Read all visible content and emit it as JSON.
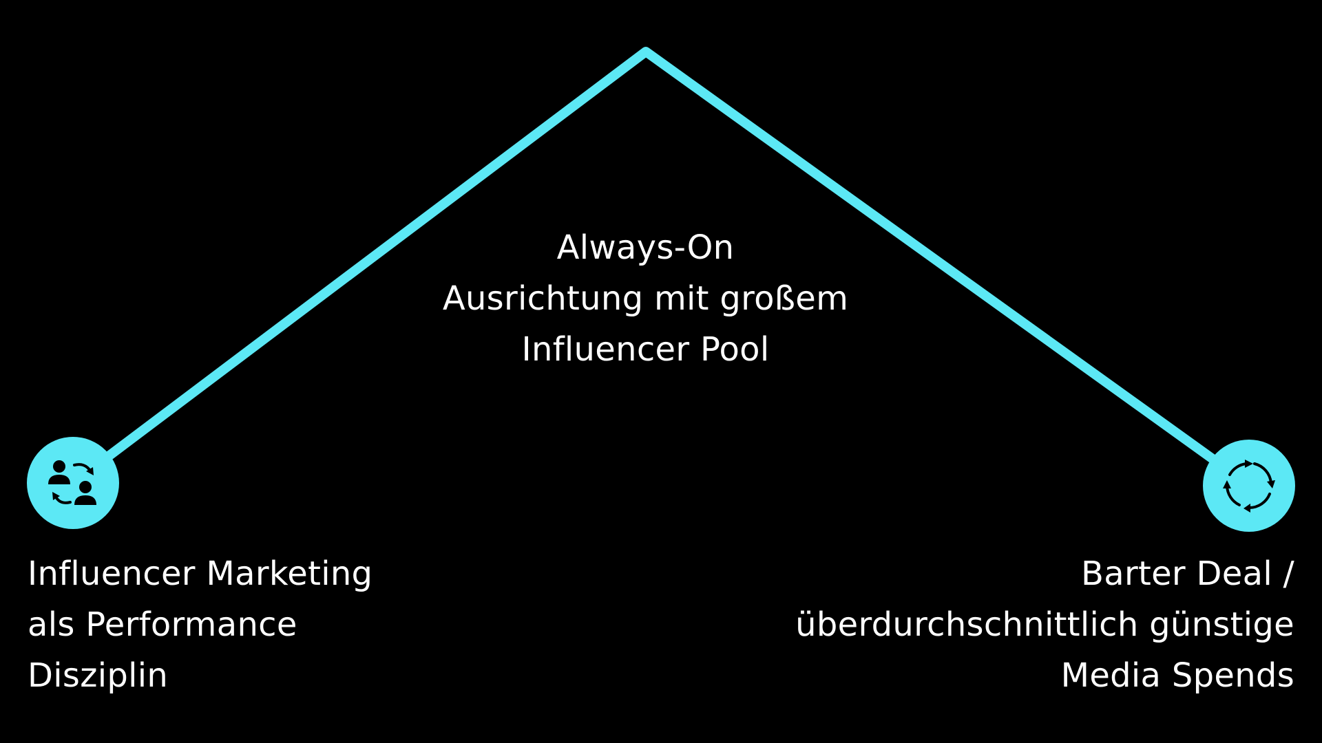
{
  "colors": {
    "background": "#000000",
    "accent": "#5CE8F5",
    "text": "#FFFFFF",
    "icon": "#000000"
  },
  "peak": {
    "lines": [
      "Always-On",
      "Ausrichtung mit großem",
      "Influencer Pool"
    ]
  },
  "left": {
    "icon": "people-exchange-icon",
    "lines": [
      "Influencer Marketing",
      "als Performance",
      "Disziplin"
    ]
  },
  "right": {
    "icon": "cycle-arrows-icon",
    "lines": [
      "Barter Deal /",
      "überdurchschnittlich günstige",
      "Media Spends"
    ]
  }
}
